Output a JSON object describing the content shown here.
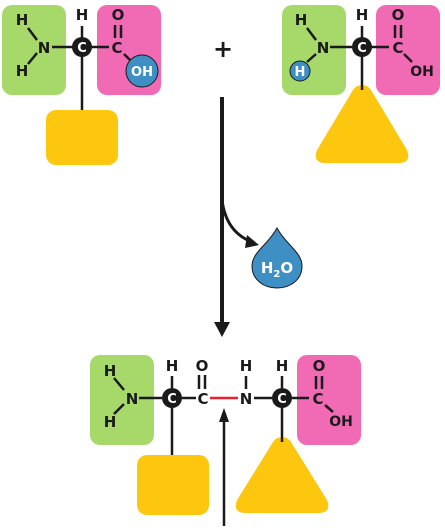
{
  "diagram": {
    "plus_sign": "+",
    "colors": {
      "amino_group": "#a6d96a",
      "carboxyl_group": "#f06ab4",
      "side_chain": "#fdc70f",
      "alpha_carbon": "#1a1a1a",
      "water_blue": "#3d8fc4",
      "bond_line": "#1a1a1a",
      "peptide_bond": "#e8202a"
    },
    "amino_acid_1": {
      "amino": {
        "h_top": "H",
        "n": "N",
        "h_bottom": "H"
      },
      "alpha_h": "H",
      "alpha_c": "C",
      "carboxyl": {
        "c": "C",
        "o": "O",
        "oh": "OH"
      },
      "side_chain_shape": "rounded-square"
    },
    "amino_acid_2": {
      "amino": {
        "h_top": "H",
        "n": "N",
        "h_highlight": "H"
      },
      "alpha_h": "H",
      "alpha_c": "C",
      "carboxyl": {
        "c": "C",
        "o": "O",
        "oh": "OH"
      },
      "side_chain_shape": "triangle"
    },
    "water": {
      "h": "H",
      "subscript": "2",
      "o": "O"
    },
    "dipeptide": {
      "amino": {
        "h_top": "H",
        "n": "N",
        "h_bottom": "H"
      },
      "alpha_h_1": "H",
      "alpha_c_1": "C",
      "carbonyl_o": "O",
      "carbonyl_c": "C",
      "amide_n": "N",
      "amide_h": "H",
      "alpha_h_2": "H",
      "alpha_c_2": "C",
      "carboxyl": {
        "c": "C",
        "o": "O",
        "oh": "OH"
      }
    }
  }
}
